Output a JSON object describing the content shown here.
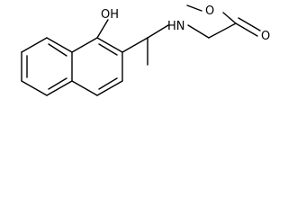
{
  "molecule": {
    "atoms": {
      "methoxy_o": "O",
      "carbonyl_o": "O",
      "hydroxyl": "OH",
      "amine": "HN"
    }
  },
  "colors": {
    "bond": "#000000",
    "background": "#ffffff"
  }
}
